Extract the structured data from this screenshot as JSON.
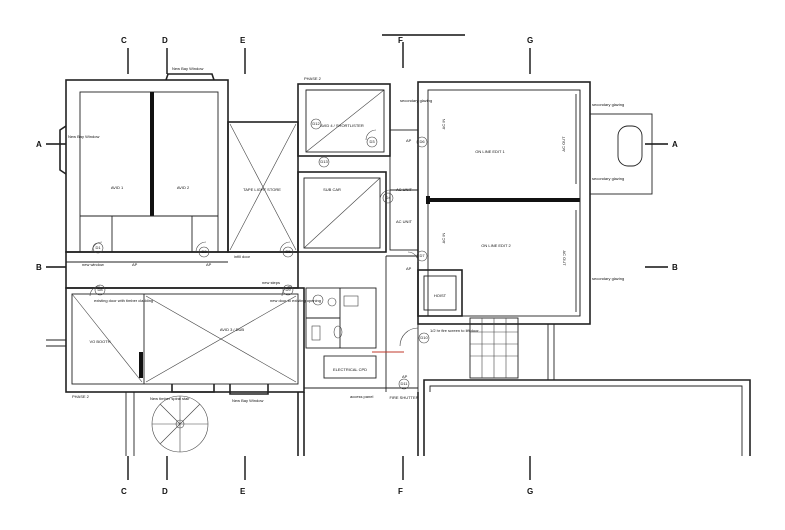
{
  "grid": {
    "top": [
      "C",
      "D",
      "E",
      "F",
      "G"
    ],
    "bottom": [
      "C",
      "D",
      "E",
      "F",
      "G"
    ],
    "left": [
      "A",
      "B"
    ],
    "right": [
      "A",
      "B"
    ]
  },
  "labels": {
    "new_bay_window_top": "New Bay Window",
    "phase2_top": "PHASE 2",
    "secondary_glazing_1": "secondary glazing",
    "secondary_glazing_2": "secondary glazing",
    "secondary_glazing_3": "secondary glazing",
    "secondary_glazing_4": "secondary glazing",
    "new_bay_window_left": "New Bay Window",
    "avid1": "AVID 1",
    "avid2": "AVID 2",
    "tape_light_store": "TAPE LIGHT STORE",
    "avid_shortlister": "AVID 4 / SHORTLISTER",
    "sub_car": "SUB CAR",
    "online_edit1": "ON LINE EDIT 1",
    "online_edit2": "ON LINE EDIT 2",
    "ac_unit_1": "AC UNIT",
    "ac_unit_2": "AC UNIT",
    "ac_in_1": "AC IN",
    "ac_in_2": "AC IN",
    "ac_out_1": "AC OUT",
    "ac_out_2": "AC OUT",
    "new_window": "new window",
    "infill_door": "infill door",
    "new_steps": "new steps",
    "existing_door": "existing door with timber cladding",
    "new_door": "new door to existing opening",
    "vo_booth": "VO BOOTH",
    "avid3_dub": "AVID 3 / DUB",
    "hoist": "HOIST",
    "half_hr_screen": "1/2 hr fire screen to lift door",
    "electrical_cpd": "ELECTRICAL CPD",
    "access_panel": "access panel",
    "fire_shutter": "FIRE SHUTTER",
    "phase2_bottom": "PHASE 2",
    "new timber spiral stair": "New timber spiral stair",
    "new_bay_window_bottom": "New Bay Window",
    "ap": "AP"
  },
  "doors": [
    "D1",
    "D2",
    "D3",
    "D4",
    "D5",
    "D6",
    "D7",
    "D8",
    "D9",
    "D10",
    "D11",
    "D12",
    "D13"
  ]
}
